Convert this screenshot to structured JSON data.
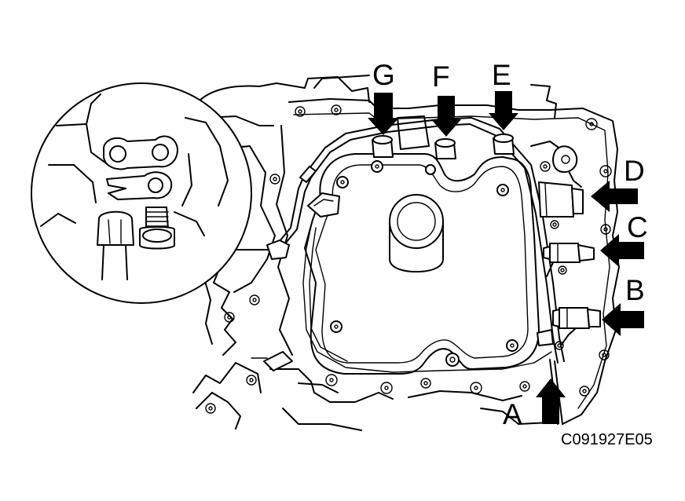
{
  "figure": {
    "labels": {
      "A": "A",
      "B": "B",
      "C": "C",
      "D": "D",
      "E": "E",
      "F": "F",
      "G": "G"
    },
    "figure_code": "C091927E05"
  }
}
